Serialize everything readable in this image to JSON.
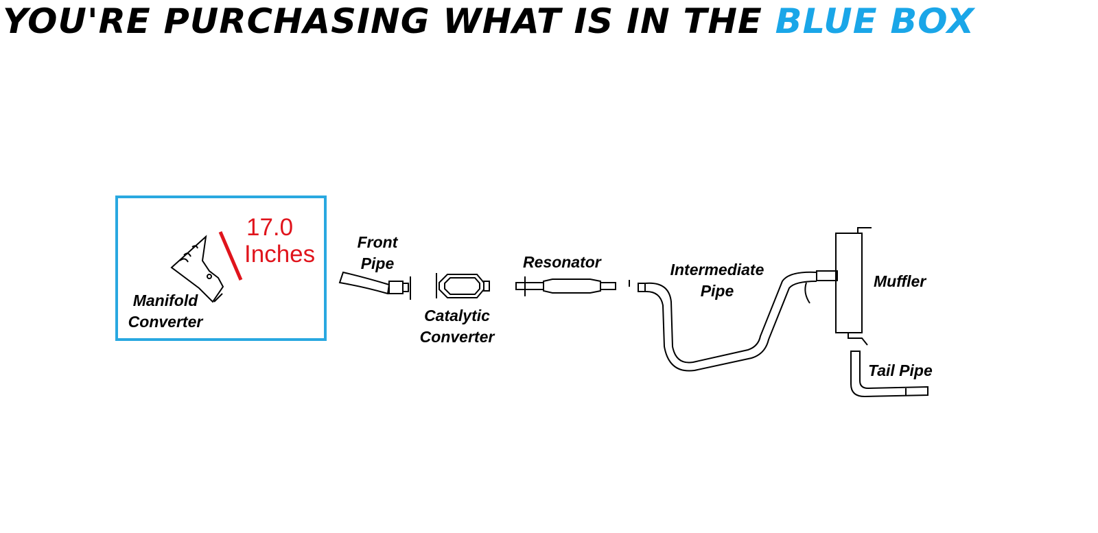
{
  "title": {
    "prefix": "YOU'RE PURCHASING WHAT IS IN THE ",
    "highlight": "BLUE BOX"
  },
  "colors": {
    "highlight": "#1aa6e8",
    "measurement": "#e0141c",
    "box": "#29a8e0"
  },
  "measurement": {
    "value": "17.0",
    "unit": "Inches"
  },
  "parts": {
    "manifold": [
      "Manifold",
      "Converter"
    ],
    "front_pipe": [
      "Front",
      "Pipe"
    ],
    "catalytic": [
      "Catalytic",
      "Converter"
    ],
    "resonator": "Resonator",
    "intermediate": [
      "Intermediate",
      "Pipe"
    ],
    "muffler": "Muffler",
    "tail_pipe": "Tail Pipe"
  }
}
